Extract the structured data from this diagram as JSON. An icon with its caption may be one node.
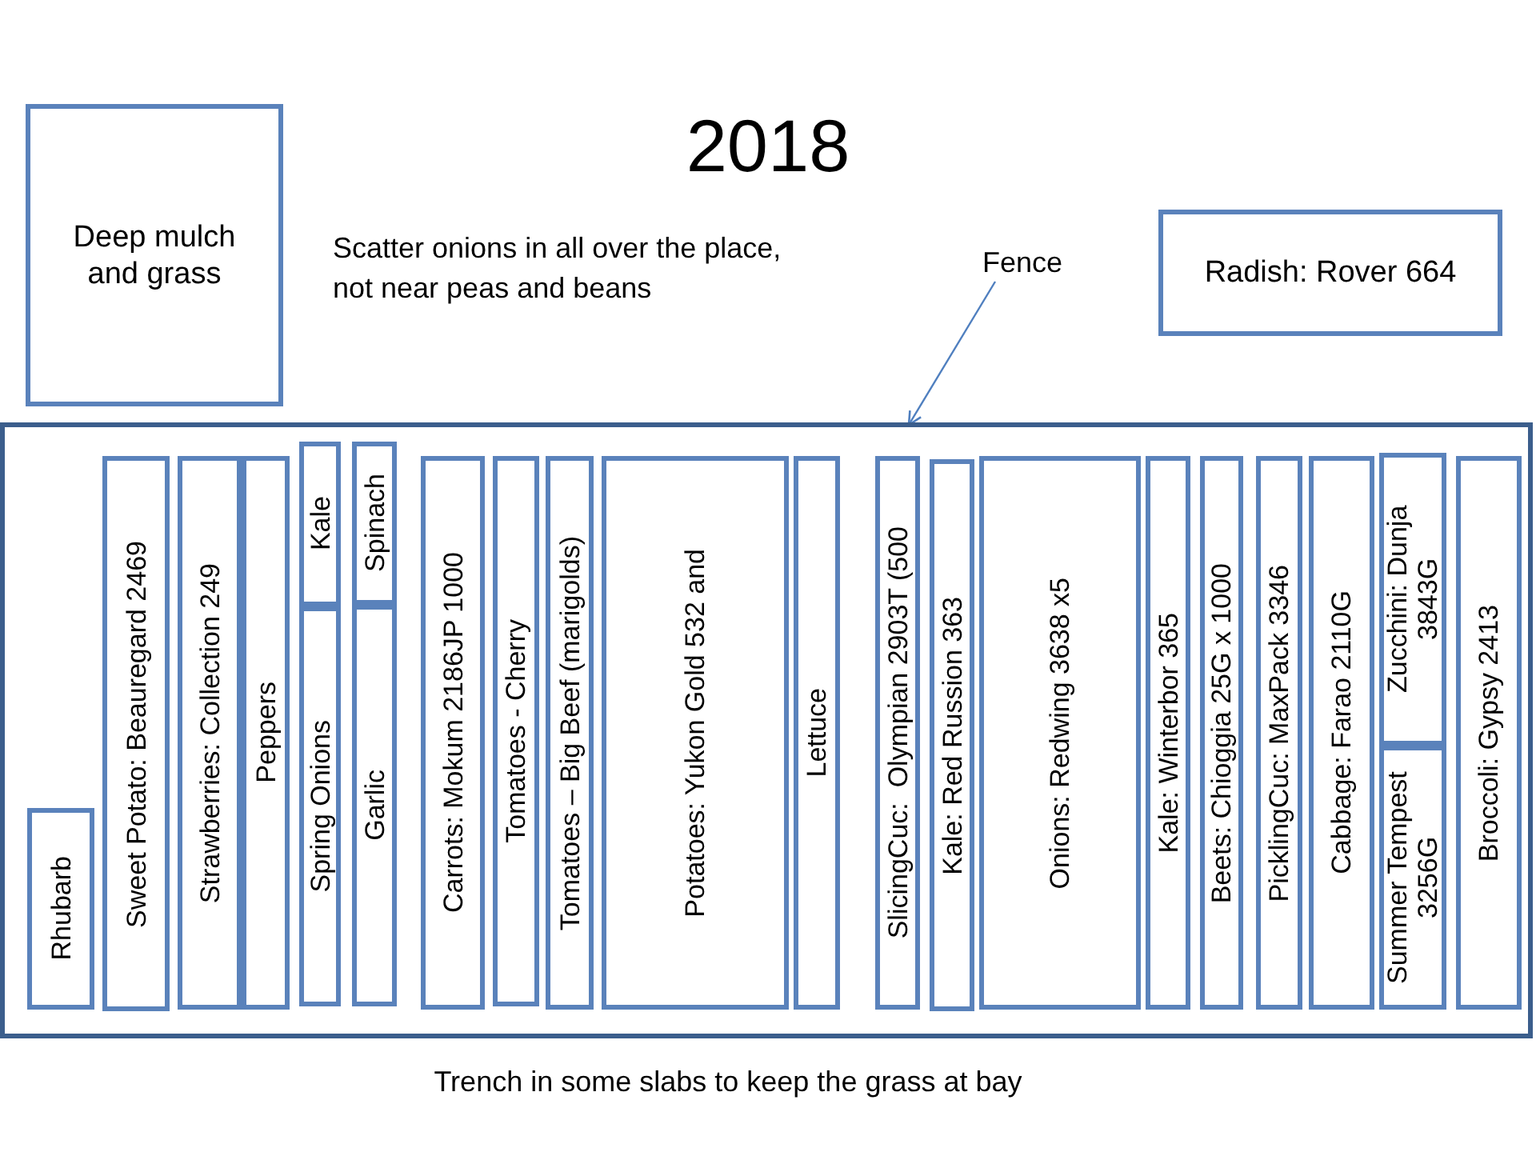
{
  "diagram": {
    "title": "2018",
    "nodes": [
      {
        "text": [
          "Deep mulch and grass"
        ]
      },
      {
        "text": [
          "Fence"
        ]
      },
      {
        "text": [
          "Radish: Rover 664"
        ]
      },
      {
        "text": [],
        "shape": "box"
      },
      {
        "text": [
          "Rhubarb"
        ],
        "in": 3
      },
      {
        "text": [
          "Sweet Potato: Beauregard 2469"
        ],
        "in": 3
      },
      {
        "text": [
          "Strawberries: Collection 249"
        ],
        "in": 3
      },
      {
        "text": [
          "Peppers"
        ],
        "in": 3
      },
      {
        "text": [
          "Kale"
        ],
        "in": 3
      },
      {
        "text": [
          "Spring Onions"
        ],
        "in": 3
      },
      {
        "text": [
          "Spinach"
        ],
        "in": 3
      },
      {
        "text": [
          "Garlic"
        ],
        "in": 3
      },
      {
        "text": [
          "Carrots: Mokum 2186JP 1000"
        ],
        "in": 3
      },
      {
        "text": [
          "Tomatoes - Cherry"
        ],
        "in": 3
      },
      {
        "text": [
          "Tomatoes – Big Beef (marigolds)"
        ],
        "in": 3
      },
      {
        "text": [
          "Potatoes: Yukon Gold 532 and"
        ],
        "in": 3
      },
      {
        "text": [
          "Lettuce"
        ],
        "in": 3
      },
      {
        "text": [
          "SlicingCuc:  Olympian 2903T (500"
        ],
        "in": 3
      },
      {
        "text": [
          "Kale: Red Russion 363"
        ],
        "in": 3
      },
      {
        "text": [
          "Onions: Redwing 3638 x5"
        ],
        "in": 3
      },
      {
        "text": [
          "Kale: Winterbor 365"
        ],
        "in": 3
      },
      {
        "text": [
          "Beets: Chioggia 25G x 1000"
        ],
        "in": 3
      },
      {
        "text": [
          "PicklingCuc: MaxPack 3346"
        ],
        "in": 3
      },
      {
        "text": [
          "Cabbage: Farao 2110G"
        ],
        "in": 3
      },
      {
        "text": [
          "Zucchini: Dunja 3843G"
        ],
        "in": 3
      },
      {
        "text": [
          "Summer Tempest 3256G"
        ],
        "in": 3
      },
      {
        "text": [
          "Broccoli: Gypsy 2413"
        ],
        "in": 3
      }
    ],
    "edges": [
      {
        "from": 1,
        "to": 3,
        "arrow": "to"
      }
    ],
    "labels": [
      "Scatter onions in all over the place, not near peas and beans",
      "Trench in some slabs to keep the grass at bay"
    ]
  }
}
